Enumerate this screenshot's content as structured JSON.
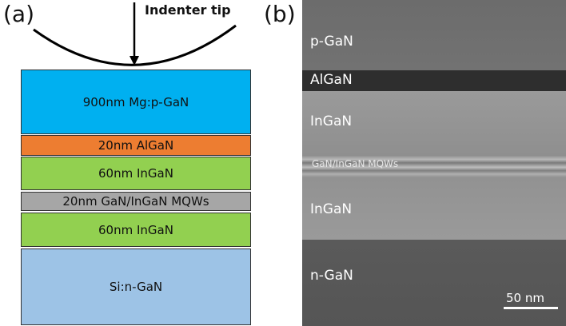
{
  "panel_a": {
    "label": "(a)",
    "indenter_label": "Indenter tip",
    "layers": [
      {
        "text": "900nm Mg:p-GaN",
        "color": "#00b0f0"
      },
      {
        "text": "20nm AlGaN",
        "color": "#ed7d31"
      },
      {
        "text": "60nm InGaN",
        "color": "#92d050"
      },
      {
        "text": "20nm GaN/InGaN MQWs",
        "color": "#a6a6a6"
      },
      {
        "text": "60nm InGaN",
        "color": "#92d050"
      },
      {
        "text": "Si:n-GaN",
        "color": "#9dc3e6"
      }
    ]
  },
  "panel_b": {
    "label": "(b)",
    "regions": [
      "p-GaN",
      "AlGaN",
      "InGaN",
      "GaN/InGaN MQWs",
      "InGaN",
      "n-GaN"
    ],
    "scale_bar": "50 nm"
  }
}
